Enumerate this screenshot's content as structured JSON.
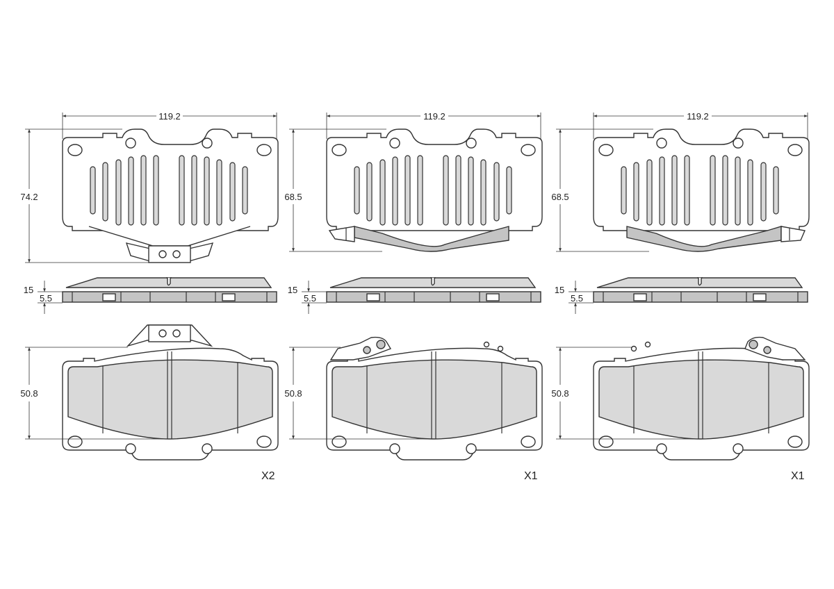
{
  "colors": {
    "line": "#333333",
    "friction_fill": "#d9d9d9",
    "shim_fill": "#c4c4c4",
    "background": "#ffffff"
  },
  "pads": [
    {
      "width_label": "119.2",
      "height_label": "74.2",
      "thickness_label": "15",
      "plate_label": "5.5",
      "friction_height_label": "50.8",
      "quantity_label": "X2"
    },
    {
      "width_label": "119.2",
      "height_label": "68.5",
      "thickness_label": "15",
      "plate_label": "5.5",
      "friction_height_label": "50.8",
      "quantity_label": "X1"
    },
    {
      "width_label": "119.2",
      "height_label": "68.5",
      "thickness_label": "15",
      "plate_label": "5.5",
      "friction_height_label": "50.8",
      "quantity_label": "X1"
    }
  ]
}
